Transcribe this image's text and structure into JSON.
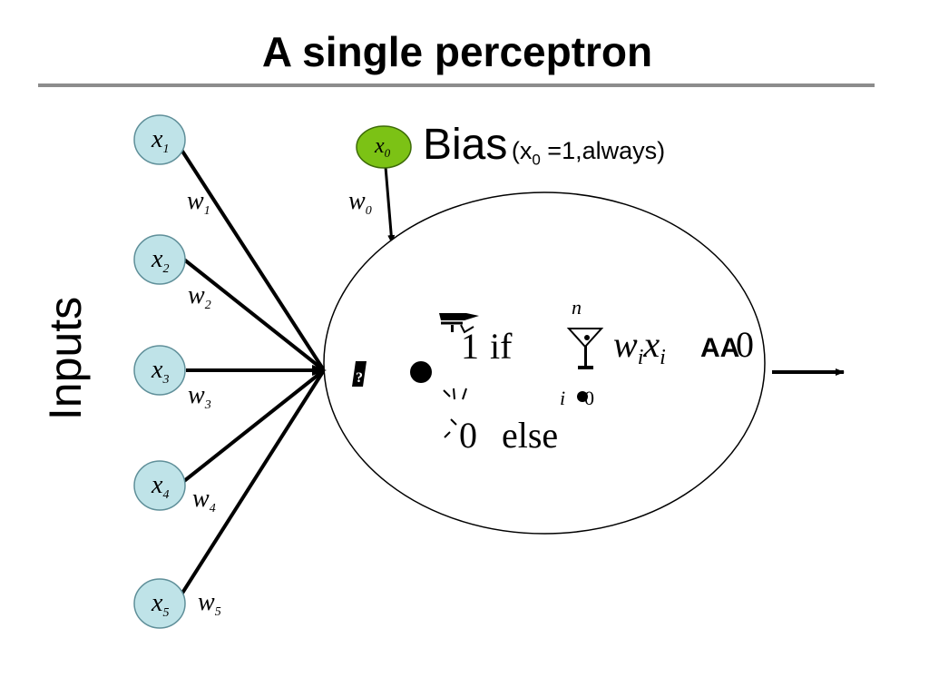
{
  "title": "A single perceptron",
  "inputs_label": "Inputs",
  "bias": {
    "label": "Bias",
    "note_pre": "(x",
    "note_sub": "0",
    "note_post": " =1,always)"
  },
  "nodes": [
    {
      "var": "x",
      "sub": "1"
    },
    {
      "var": "x",
      "sub": "2"
    },
    {
      "var": "x",
      "sub": "3"
    },
    {
      "var": "x",
      "sub": "4"
    },
    {
      "var": "x",
      "sub": "5"
    },
    {
      "var": "x",
      "sub": "0"
    }
  ],
  "weights": [
    {
      "var": "w",
      "sub": "1"
    },
    {
      "var": "w",
      "sub": "2"
    },
    {
      "var": "w",
      "sub": "3"
    },
    {
      "var": "w",
      "sub": "4"
    },
    {
      "var": "w",
      "sub": "5"
    },
    {
      "var": "w",
      "sub": "0"
    }
  ],
  "formula": {
    "if_text": "if",
    "else_text": "else",
    "one": "1",
    "zero": "0",
    "upper_limit": "n",
    "lower_limit": "i",
    "lower_eq": "0",
    "term_w": "w",
    "term_x": "x",
    "term_sub": "i",
    "compare": "AA",
    "threshold": "0"
  },
  "colors": {
    "input_node_fill": "#bfe3e8",
    "bias_node_fill": "#7cc215",
    "stroke": "#000000",
    "rule": "#8c8c8c"
  }
}
